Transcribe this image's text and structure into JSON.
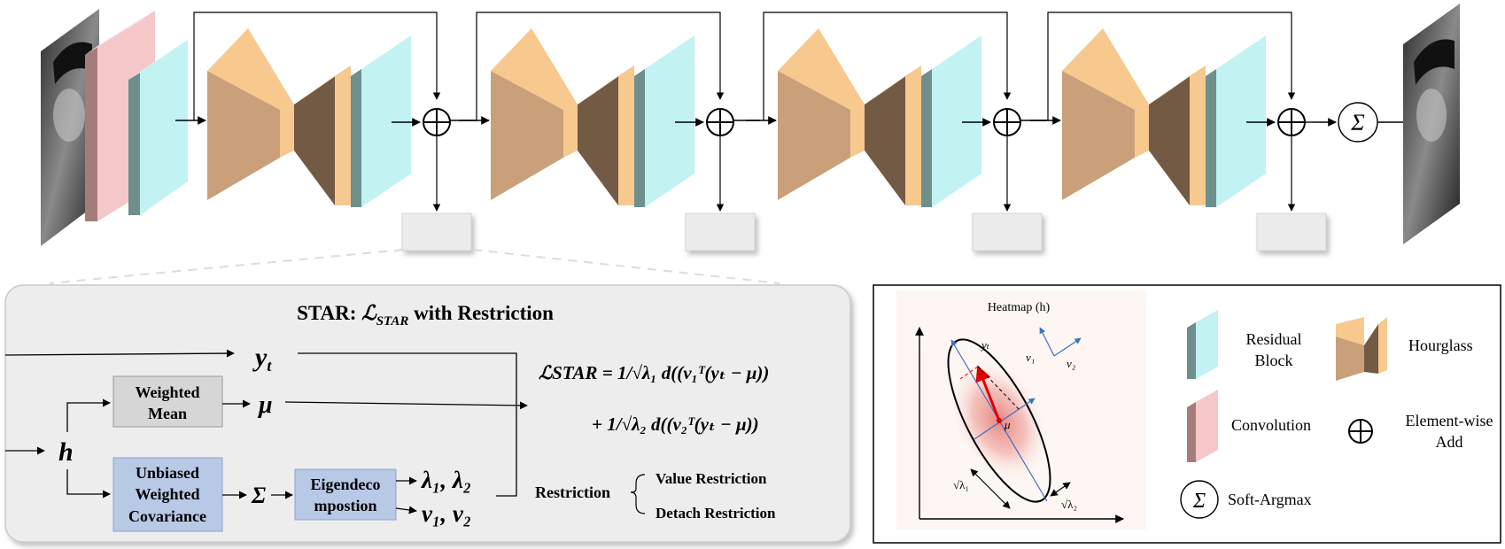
{
  "star_panel": {
    "title_prefix": "STAR: ",
    "title_loss": "ℒ",
    "title_loss_sub": "STAR",
    "title_suffix": " with Restriction",
    "var_yt": "y",
    "var_yt_sub": "t",
    "var_mu": "μ",
    "var_h": "h",
    "var_sigma": "Σ",
    "var_lambdas": "λ₁, λ₂",
    "var_vs": "v₁, v₂",
    "box_weighted_mean": [
      "Weighted",
      "Mean"
    ],
    "box_unbiased": [
      "Unbiased",
      "Weighted",
      "Covariance"
    ],
    "box_eigen": [
      "Eigendeco",
      "mpostion"
    ],
    "formula_line1": "ℒSTAR = 1/√λ₁ d((v₁ᵀ(yₜ − μ))",
    "formula_line2": "+ 1/√λ₂ d((v₂ᵀ(yₜ − μ))",
    "restriction_label": "Restriction",
    "restriction_items": [
      "Value Restriction",
      "Detach Restriction"
    ]
  },
  "legend": {
    "heatmap_title": "Heatmap (h)",
    "heatmap_labels": {
      "yt": "yₜ",
      "mu": "μ",
      "v1": "v₁",
      "v2": "v₂",
      "sqrt_l1": "√λ₁",
      "sqrt_l2": "√λ₂"
    },
    "items": {
      "residual": [
        "Residual",
        "Block"
      ],
      "hourglass": "Hourglass",
      "convolution": "Convolution",
      "add": [
        "Element-wise",
        "Add"
      ],
      "softargmax": "Soft-Argmax"
    }
  },
  "symbols": {
    "add": "⊕",
    "sigma": "Σ"
  },
  "colors": {
    "hourglass_light": "#f7c98f",
    "hourglass_main": "#c9a07a",
    "hourglass_dark": "#735a44",
    "residual_front": "#c2f2f2",
    "residual_side": "#6e8f8c",
    "conv_front": "#f4c7c9",
    "conv_side": "#a57c7c",
    "box_gray": "#d6d6d6",
    "box_blue": "#b8c9e6",
    "panel_bg": "#ededed"
  }
}
